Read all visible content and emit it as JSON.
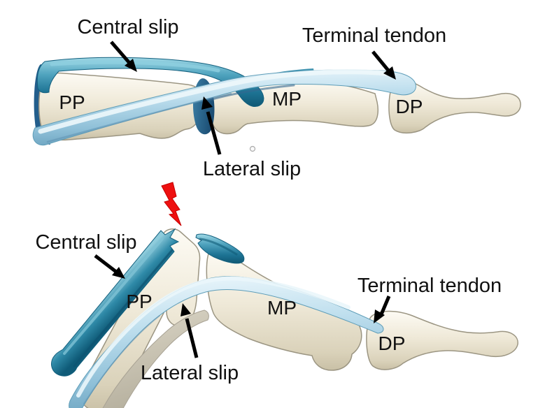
{
  "colors": {
    "background": "#FFFFFF",
    "bone_fill": "#EDE7D5",
    "bone_edge": "#9B9582",
    "tendon_teal": "#2F8AA8",
    "tendon_teal_dark": "#0F5B78",
    "tendon_light_blue": "#A9D2E5",
    "tendon_light_edge": "#5E92B2",
    "injury_red": "#EE1010",
    "label_text": "#111111",
    "arrow_black": "#000000"
  },
  "top_panel": {
    "labels": {
      "central_slip": "Central slip",
      "terminal_tendon": "Terminal tendon",
      "lateral_slip": "Lateral slip",
      "proximal_phalanx": "PP",
      "middle_phalanx": "MP",
      "distal_phalanx": "DP"
    }
  },
  "bottom_panel": {
    "labels": {
      "central_slip": "Central slip",
      "terminal_tendon": "Terminal tendon",
      "lateral_slip": "Lateral slip",
      "proximal_phalanx": "PP",
      "middle_phalanx": "MP",
      "distal_phalanx": "DP"
    },
    "icons": {
      "injury_bolt": "lightning-bolt-icon"
    }
  }
}
